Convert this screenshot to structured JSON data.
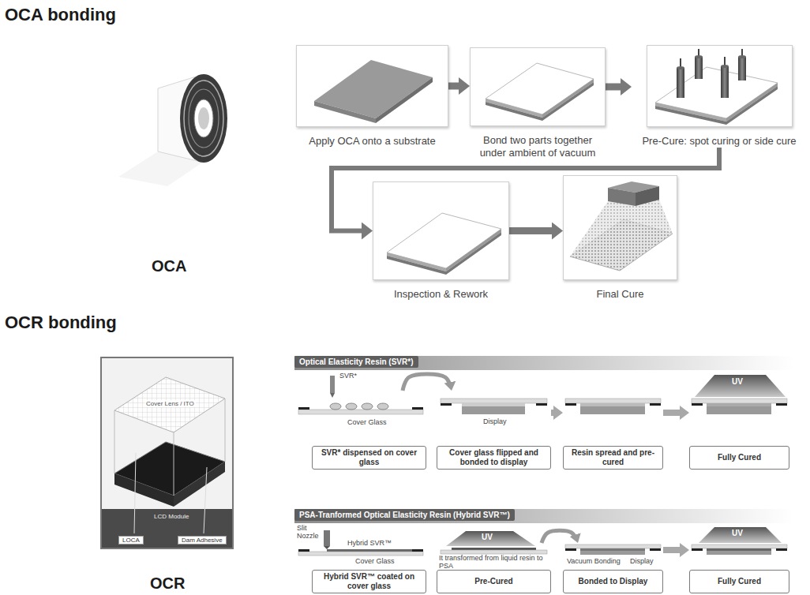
{
  "diagram": {
    "nodes": [
      {
        "text": [
          "Apply OCA onto a substrate"
        ]
      },
      {
        "text": [
          "Bond two parts together under ambient of vacuum"
        ]
      },
      {
        "text": [
          "Pre-Cure: spot curing or side cure"
        ]
      },
      {
        "text": [
          "Inspection & Rework"
        ]
      },
      {
        "text": [
          "Final Cure"
        ]
      },
      {
        "text": [
          "SVR* dispensed on cover glass"
        ]
      },
      {
        "text": [
          "Cover glass flipped and bonded to display"
        ]
      },
      {
        "text": [
          "Resin spread and pre-cured"
        ]
      },
      {
        "text": [
          "Fully Cured"
        ]
      },
      {
        "text": [
          "Hybrid SVR™ coated on cover glass"
        ]
      },
      {
        "text": [
          "Pre-Cured"
        ]
      },
      {
        "text": [
          "Bonded to Display"
        ]
      },
      {
        "text": [
          "Fully Cured"
        ]
      }
    ],
    "edges": [
      {
        "from": 0,
        "to": 1,
        "arrow": "to"
      },
      {
        "from": 1,
        "to": 2,
        "arrow": "to"
      },
      {
        "from": 2,
        "to": 3,
        "arrow": "to"
      },
      {
        "from": 3,
        "to": 4,
        "arrow": "to"
      },
      {
        "from": 5,
        "to": 6,
        "arrow": "to"
      },
      {
        "from": 6,
        "to": 7,
        "arrow": "to"
      },
      {
        "from": 7,
        "to": 8,
        "arrow": "to"
      },
      {
        "from": 10,
        "to": 11,
        "arrow": "to"
      },
      {
        "from": 11,
        "to": 12,
        "arrow": "to"
      }
    ],
    "labels": [
      "OCA bonding",
      "OCA",
      "OCR bonding",
      "Cover Lens / ITO",
      "LCD Module",
      "LOCA",
      "Dam Adhesive",
      "OCR",
      "Optical Elasticity Resin (SVR*)",
      "SVR*",
      "Cover Glass",
      "Display",
      "UV",
      "PSA-Tranformed Optical Elasticity Resin (Hybrid SVR™)",
      "Slit Nozzle",
      "Hybrid SVR™",
      "Cover Glass",
      "UV",
      "It transformed from liquid resin to PSA",
      "Vacuum Bonding",
      "Display",
      "UV"
    ]
  }
}
